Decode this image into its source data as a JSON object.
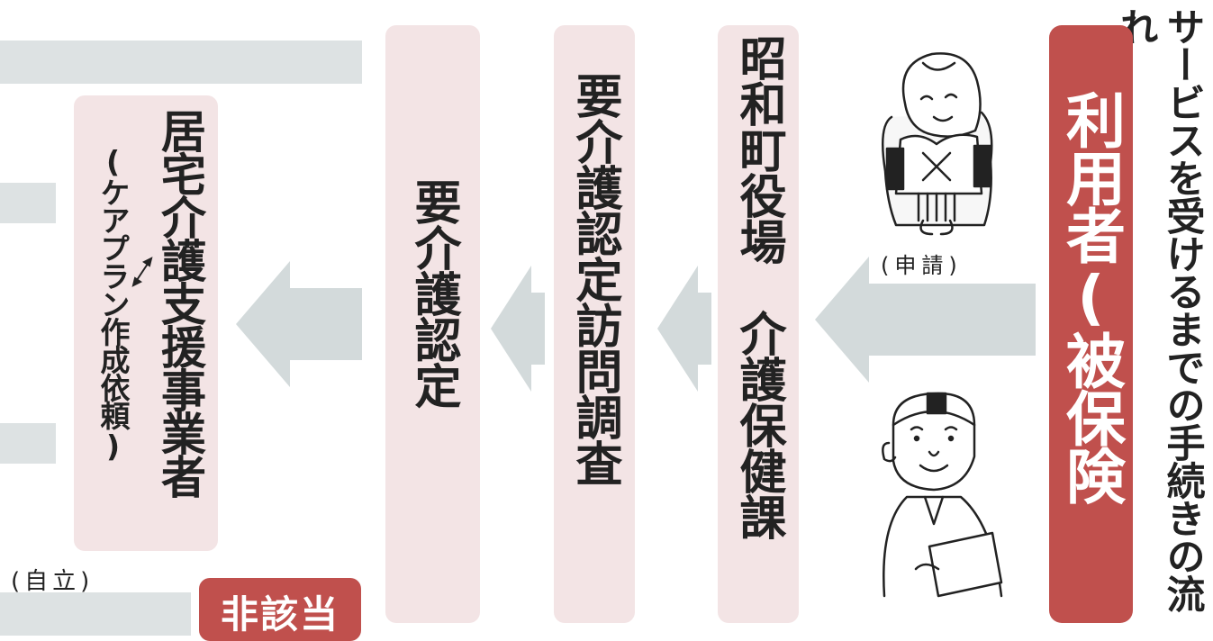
{
  "title": "サービスを受けるまでの手続きの流れ",
  "user_box": {
    "label": "利用者(被保険者)"
  },
  "application_caption": "(申請)",
  "town_hall": {
    "label": "昭和町役場　介護保健課"
  },
  "visit_survey": {
    "label": "要介護認定訪問調査"
  },
  "certification": {
    "label": "要介護認定"
  },
  "care_support": {
    "label": "居宅介護支援事業者",
    "sub_label": "(ケアプラン作成依頼)"
  },
  "independent_caption": "(自立)",
  "not_applicable": {
    "label": "非該当"
  },
  "colors": {
    "user_box": "#c0504d",
    "pink_box": "#f3e4e5",
    "arrow": "#d3dadb",
    "bar": "#dde2e3",
    "text": "#222222"
  },
  "icons": [
    "elderly-woman-illustration",
    "man-with-document-illustration",
    "double-arrow-icon"
  ]
}
